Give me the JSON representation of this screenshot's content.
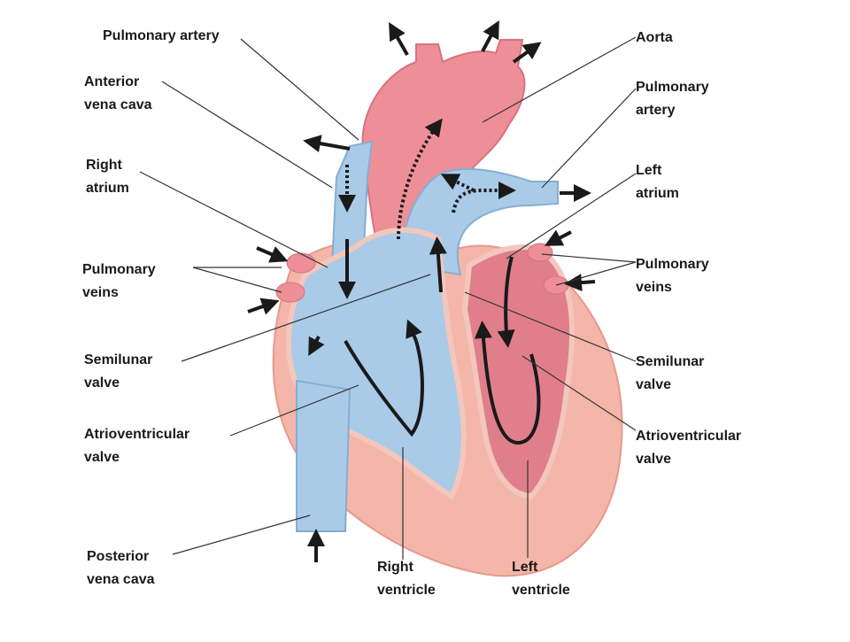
{
  "labels": {
    "pulmonary_artery_left": [
      "Pulmonary  artery"
    ],
    "anterior_vena_cava": [
      "Anterior",
      "vena cava"
    ],
    "right_atrium": [
      "Right",
      "atrium"
    ],
    "pulmonary_veins_left": [
      "Pulmonary",
      "veins"
    ],
    "semilunar_valve_left": [
      "Semilunar",
      "valve"
    ],
    "av_valve_left": [
      "Atrioventricular",
      "valve"
    ],
    "posterior_vena_cava": [
      "Posterior",
      "vena cava"
    ],
    "right_ventricle": [
      "Right",
      "ventricle"
    ],
    "left_ventricle": [
      "Left",
      "ventricle"
    ],
    "aorta": [
      "Aorta"
    ],
    "pulmonary_artery_right": [
      "Pulmonary",
      "artery"
    ],
    "left_atrium": [
      "Left",
      "atrium"
    ],
    "pulmonary_veins_right": [
      "Pulmonary",
      "veins"
    ],
    "semilunar_valve_right": [
      "Semilunar",
      "valve"
    ],
    "av_valve_right": [
      "Atrioventricular",
      "valve"
    ]
  },
  "colors": {
    "deoxygenated": "#a9cbe8",
    "oxygenated": "#ee8f98",
    "muscle": "#f4b6a8",
    "arrow": "#1a1a1a",
    "leader_line": "#333333"
  }
}
